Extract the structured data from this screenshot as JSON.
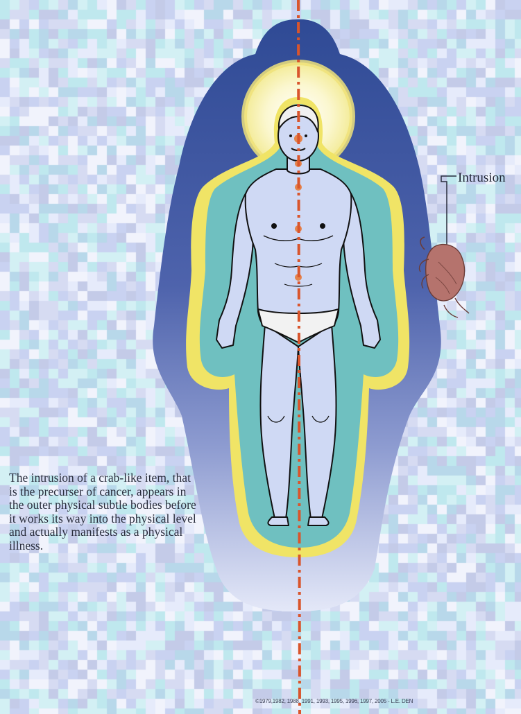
{
  "diagram": {
    "label": "Intrusion",
    "caption": "The intrusion of a crab-like item, that is the precurser of cancer, appears in the outer physical subtle bodies before it works its way into the physical level and actually manifests as a physical illness.",
    "copyright": "©1979,1982, 1988, 1991, 1993, 1995, 1996, 1997, 2005 - L.E. DEN"
  },
  "colors": {
    "background": "#d6dbf2",
    "outer_aura": "#3f579f",
    "yellow_band": "#f0e466",
    "teal_band": "#6fc0c0",
    "body_fill": "#cdd7f3",
    "center_line": "#d9552c",
    "crab": "#b5736d"
  }
}
